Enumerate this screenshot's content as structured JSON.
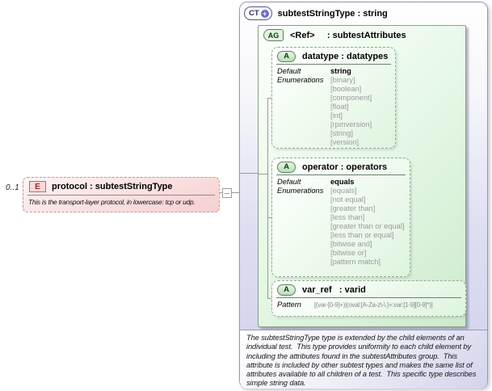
{
  "element": {
    "cardinality": "0..1",
    "badge": "E",
    "title": "protocol : subtestStringType",
    "annotation": "This is the transport-layer protocol, in lowercase: tcp or udp."
  },
  "complex_type": {
    "badge": "CT",
    "plus": "+",
    "title": "subtestStringType : string",
    "documentation": "The subtestStringType type is extended by the child elements of an individual test.  This type provides uniformity to each child element by including the attributes found in the subtestAttributes group.  This attribute is included by other subtest types and makes the same list of attributes available to all children of a test.  This specific type describes simple string data."
  },
  "attribute_group": {
    "badge": "AG",
    "title": "<Ref>     : subtestAttributes"
  },
  "attributes": [
    {
      "badge": "A",
      "title": "datatype : datatypes",
      "default_label": "Default",
      "enum_label": "Enumerations",
      "default_value": "string",
      "enums": [
        "[binary]",
        "[boolean]",
        "[component]",
        "[float]",
        "[int]",
        "[rpmversion]",
        "[string]",
        "[version]"
      ]
    },
    {
      "badge": "A",
      "title": "operator : operators",
      "default_label": "Default",
      "enum_label": "Enumerations",
      "default_value": "equals",
      "enums": [
        "[equals]",
        "[not equal]",
        "[greater than]",
        "[less than]",
        "[greater than or equal]",
        "[less than or equal]",
        "[bitwise and]",
        "[bitwise or]",
        "[pattern match]"
      ]
    },
    {
      "badge": "A",
      "title": "var_ref   : varid",
      "pattern_label": "Pattern",
      "pattern_value": "[(var-[0-9]+)|(oval:[A-Za-z\\-\\.]+:var:[1-9][0-9]*)]"
    }
  ]
}
